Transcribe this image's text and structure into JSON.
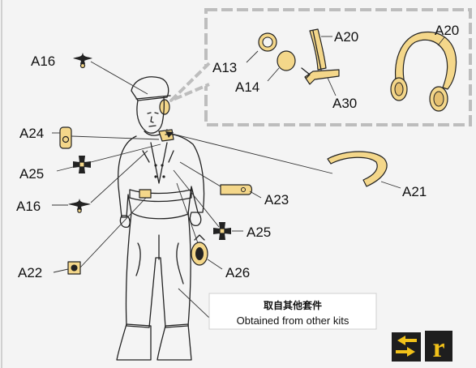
{
  "colors": {
    "background": "#f4f4f4",
    "part_fill": "#f4d78a",
    "ink": "#222222",
    "inset_border": "#bdbdbd",
    "logo_bg": "#1e1e1e",
    "logo_accent": "#f2c21a"
  },
  "parts": [
    {
      "id": "A16-cap-eagle",
      "label": "A16"
    },
    {
      "id": "A24",
      "label": "A24"
    },
    {
      "id": "A25-left",
      "label": "A25"
    },
    {
      "id": "A16-chest-eagle",
      "label": "A16"
    },
    {
      "id": "A22",
      "label": "A22"
    },
    {
      "id": "A23",
      "label": "A23"
    },
    {
      "id": "A25-right",
      "label": "A25"
    },
    {
      "id": "A26",
      "label": "A26"
    },
    {
      "id": "A21",
      "label": "A21"
    }
  ],
  "inset_parts": [
    {
      "id": "A13",
      "label": "A13"
    },
    {
      "id": "A14",
      "label": "A14"
    },
    {
      "id": "A20-strap",
      "label": "A20"
    },
    {
      "id": "A30",
      "label": "A30"
    },
    {
      "id": "A20-headphones",
      "label": "A20"
    }
  ],
  "note": {
    "chinese": "取自其他套件",
    "english": "Obtained from other kits"
  },
  "logo": {
    "text": "r",
    "icon": "swap-arrows-icon"
  }
}
